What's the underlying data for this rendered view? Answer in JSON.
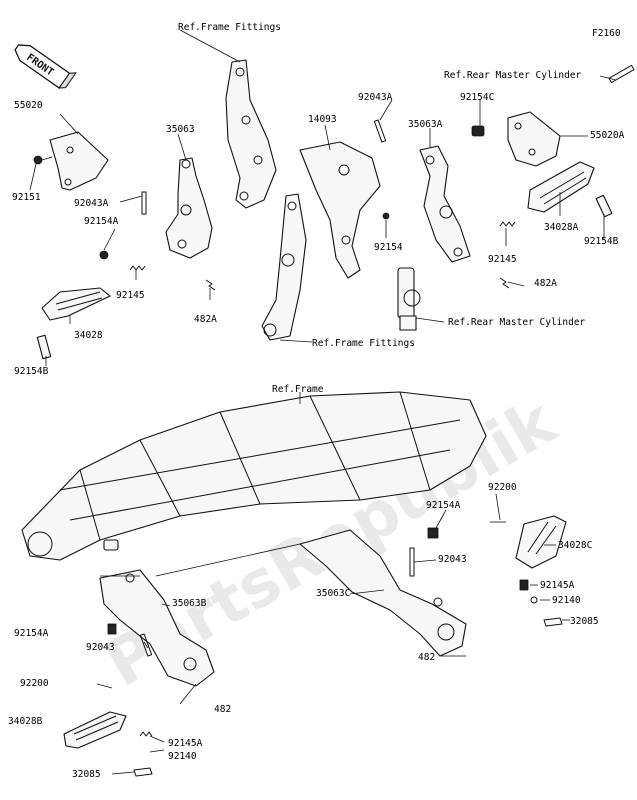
{
  "diagram_code": "F2160",
  "front_label": "FRONT",
  "watermark": "PartsRepublik",
  "references": {
    "frame_fittings_top": "Ref.Frame Fittings",
    "frame_fittings_mid": "Ref.Frame Fittings",
    "rear_master_cyl_top": "Ref.Rear Master Cylinder",
    "rear_master_cyl_mid": "Ref.Rear Master Cylinder",
    "frame": "Ref.Frame"
  },
  "parts": {
    "p55020": "55020",
    "p92151": "92151",
    "p35063": "35063",
    "p92043A": "92043A",
    "p92154A_left": "92154A",
    "p92145_left": "92145",
    "p482A_left": "482A",
    "p34028": "34028",
    "p92154B_left": "92154B",
    "p14093": "14093",
    "p92043A_mid": "92043A",
    "p35063A": "35063A",
    "p92154C": "92154C",
    "p92154": "92154",
    "p55020A": "55020A",
    "p34028A": "34028A",
    "p92145_right": "92145",
    "p92154B_right": "92154B",
    "p482A_right": "482A",
    "p92154A_bl": "92154A",
    "p92043_bl": "92043",
    "p35063B": "35063B",
    "p92200_bl": "92200",
    "p482_bl": "482",
    "p34028B": "34028B",
    "p92145A_bl": "92145A",
    "p92140_bl": "92140",
    "p32085_bl": "32085",
    "p92154A_br": "92154A",
    "p92200_br": "92200",
    "p34028C": "34028C",
    "p92043_br": "92043",
    "p35063C": "35063C",
    "p92145A_br": "92145A",
    "p92140_br": "92140",
    "p32085_br": "32085",
    "p482_br": "482"
  }
}
